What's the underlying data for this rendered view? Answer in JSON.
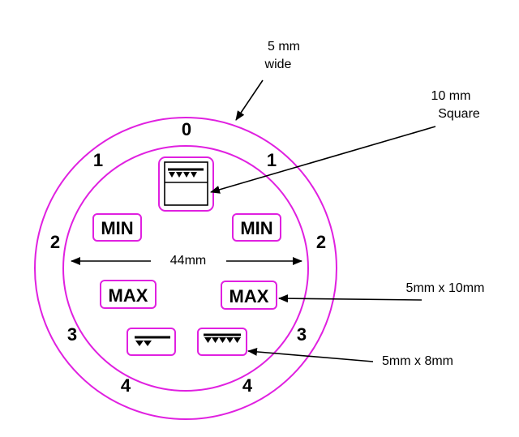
{
  "colors": {
    "ring": "#e020e0",
    "ink": "#000000",
    "background": "#ffffff"
  },
  "dial_numbers": {
    "top": "0",
    "left": [
      "1",
      "2",
      "3",
      "4"
    ],
    "right": [
      "1",
      "2",
      "3",
      "4"
    ]
  },
  "buttons": {
    "min_left": "MIN",
    "min_right": "MIN",
    "max_left": "MAX",
    "max_right": "MAX"
  },
  "icons": {
    "center": "level-icon-large",
    "bottom_left": "level-icon-low",
    "bottom_right": "level-icon-high"
  },
  "annotations": {
    "ring_width": [
      "5 mm",
      "wide"
    ],
    "square_size": [
      "10 mm",
      "Square"
    ],
    "diameter": "44mm",
    "button_size": "5mm x 10mm",
    "icon_size": "5mm x 8mm"
  }
}
